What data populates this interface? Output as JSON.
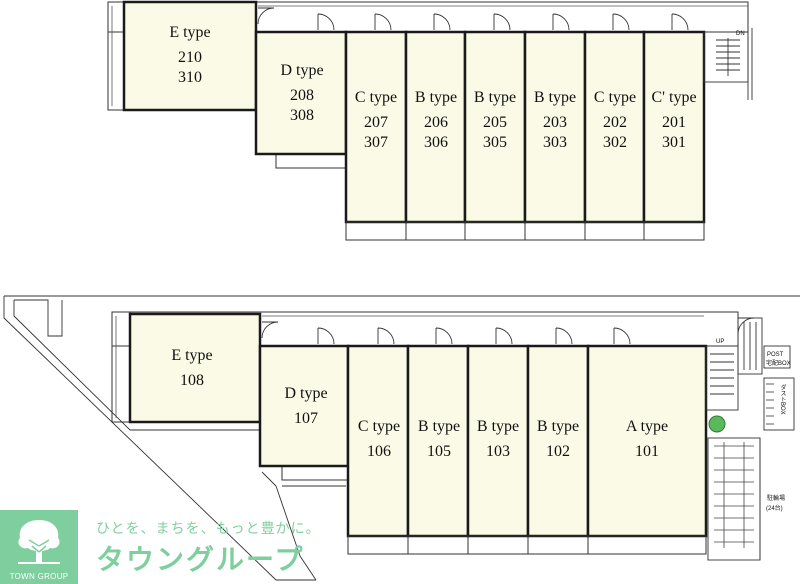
{
  "floor_upper": {
    "units": [
      {
        "type": "E type",
        "rooms": [
          "210",
          "310"
        ]
      },
      {
        "type": "D type",
        "rooms": [
          "208",
          "308"
        ]
      },
      {
        "type": "C type",
        "rooms": [
          "207",
          "307"
        ]
      },
      {
        "type": "B type",
        "rooms": [
          "206",
          "306"
        ]
      },
      {
        "type": "B type",
        "rooms": [
          "205",
          "305"
        ]
      },
      {
        "type": "B type",
        "rooms": [
          "203",
          "303"
        ]
      },
      {
        "type": "C type",
        "rooms": [
          "202",
          "302"
        ]
      },
      {
        "type": "C' type",
        "rooms": [
          "201",
          "301"
        ]
      }
    ],
    "stair_label": "DN"
  },
  "floor_ground": {
    "units": [
      {
        "type": "E type",
        "rooms": [
          "108"
        ]
      },
      {
        "type": "D type",
        "rooms": [
          "107"
        ]
      },
      {
        "type": "C type",
        "rooms": [
          "106"
        ]
      },
      {
        "type": "B type",
        "rooms": [
          "105"
        ]
      },
      {
        "type": "B type",
        "rooms": [
          "103"
        ]
      },
      {
        "type": "B type",
        "rooms": [
          "102"
        ]
      },
      {
        "type": "A type",
        "rooms": [
          "101"
        ]
      }
    ],
    "stair_label": "UP",
    "post_label": "POST",
    "delivery_box_label": "宅配BOX",
    "dust_box_label": "ダストBOX",
    "bike_parking_label": "駐輪場",
    "bike_parking_capacity": "(24台)"
  },
  "branding": {
    "logo_text": "TOWN GROUP",
    "tagline": "ひとを、まちを、もっと豊かに。",
    "brand_name": "タウングループ"
  },
  "colors": {
    "unit_fill": "#fafae6",
    "wall": "#1a1a1a",
    "brand_green": "#7fcf9e",
    "tree_green": "#5cb85c"
  }
}
